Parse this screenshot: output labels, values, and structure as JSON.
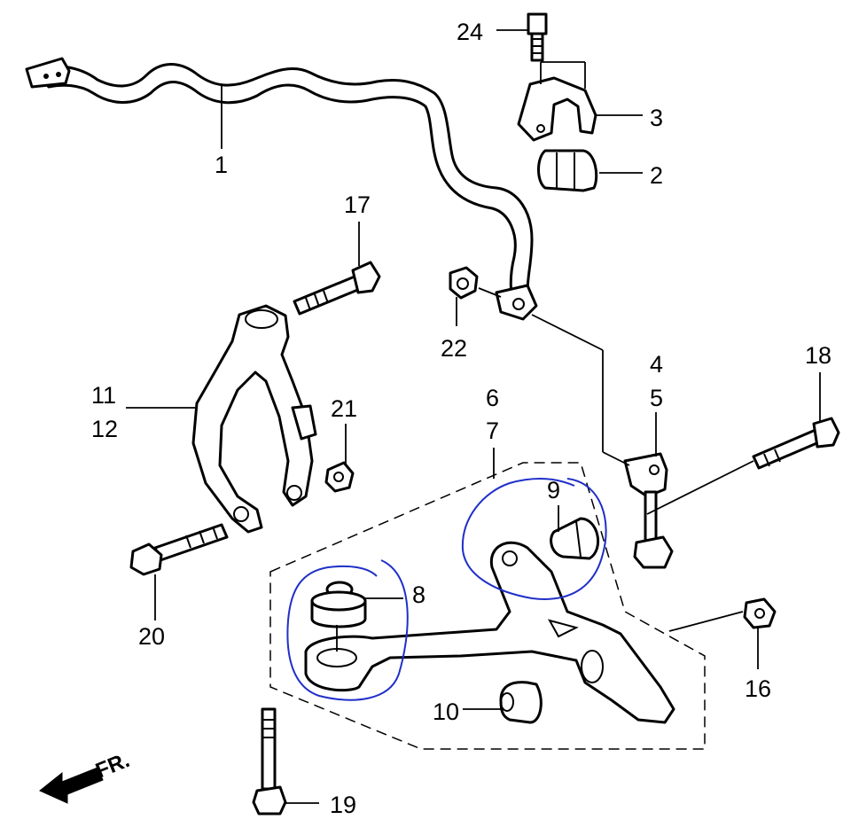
{
  "diagram": {
    "labels": {
      "p1": "1",
      "p2": "2",
      "p3": "3",
      "p4": "4",
      "p5": "5",
      "p6": "6",
      "p7": "7",
      "p8": "8",
      "p9": "9",
      "p10": "10",
      "p11": "11",
      "p12": "12",
      "p16": "16",
      "p17": "17",
      "p18": "18",
      "p19": "19",
      "p20": "20",
      "p21": "21",
      "p22": "22",
      "p24": "24"
    },
    "front_marker": "FR.",
    "colors": {
      "ink": "#000000",
      "highlight_circle": "#1f2fc8",
      "background": "#ffffff"
    },
    "icons": [
      "front-direction-arrow-icon"
    ]
  }
}
